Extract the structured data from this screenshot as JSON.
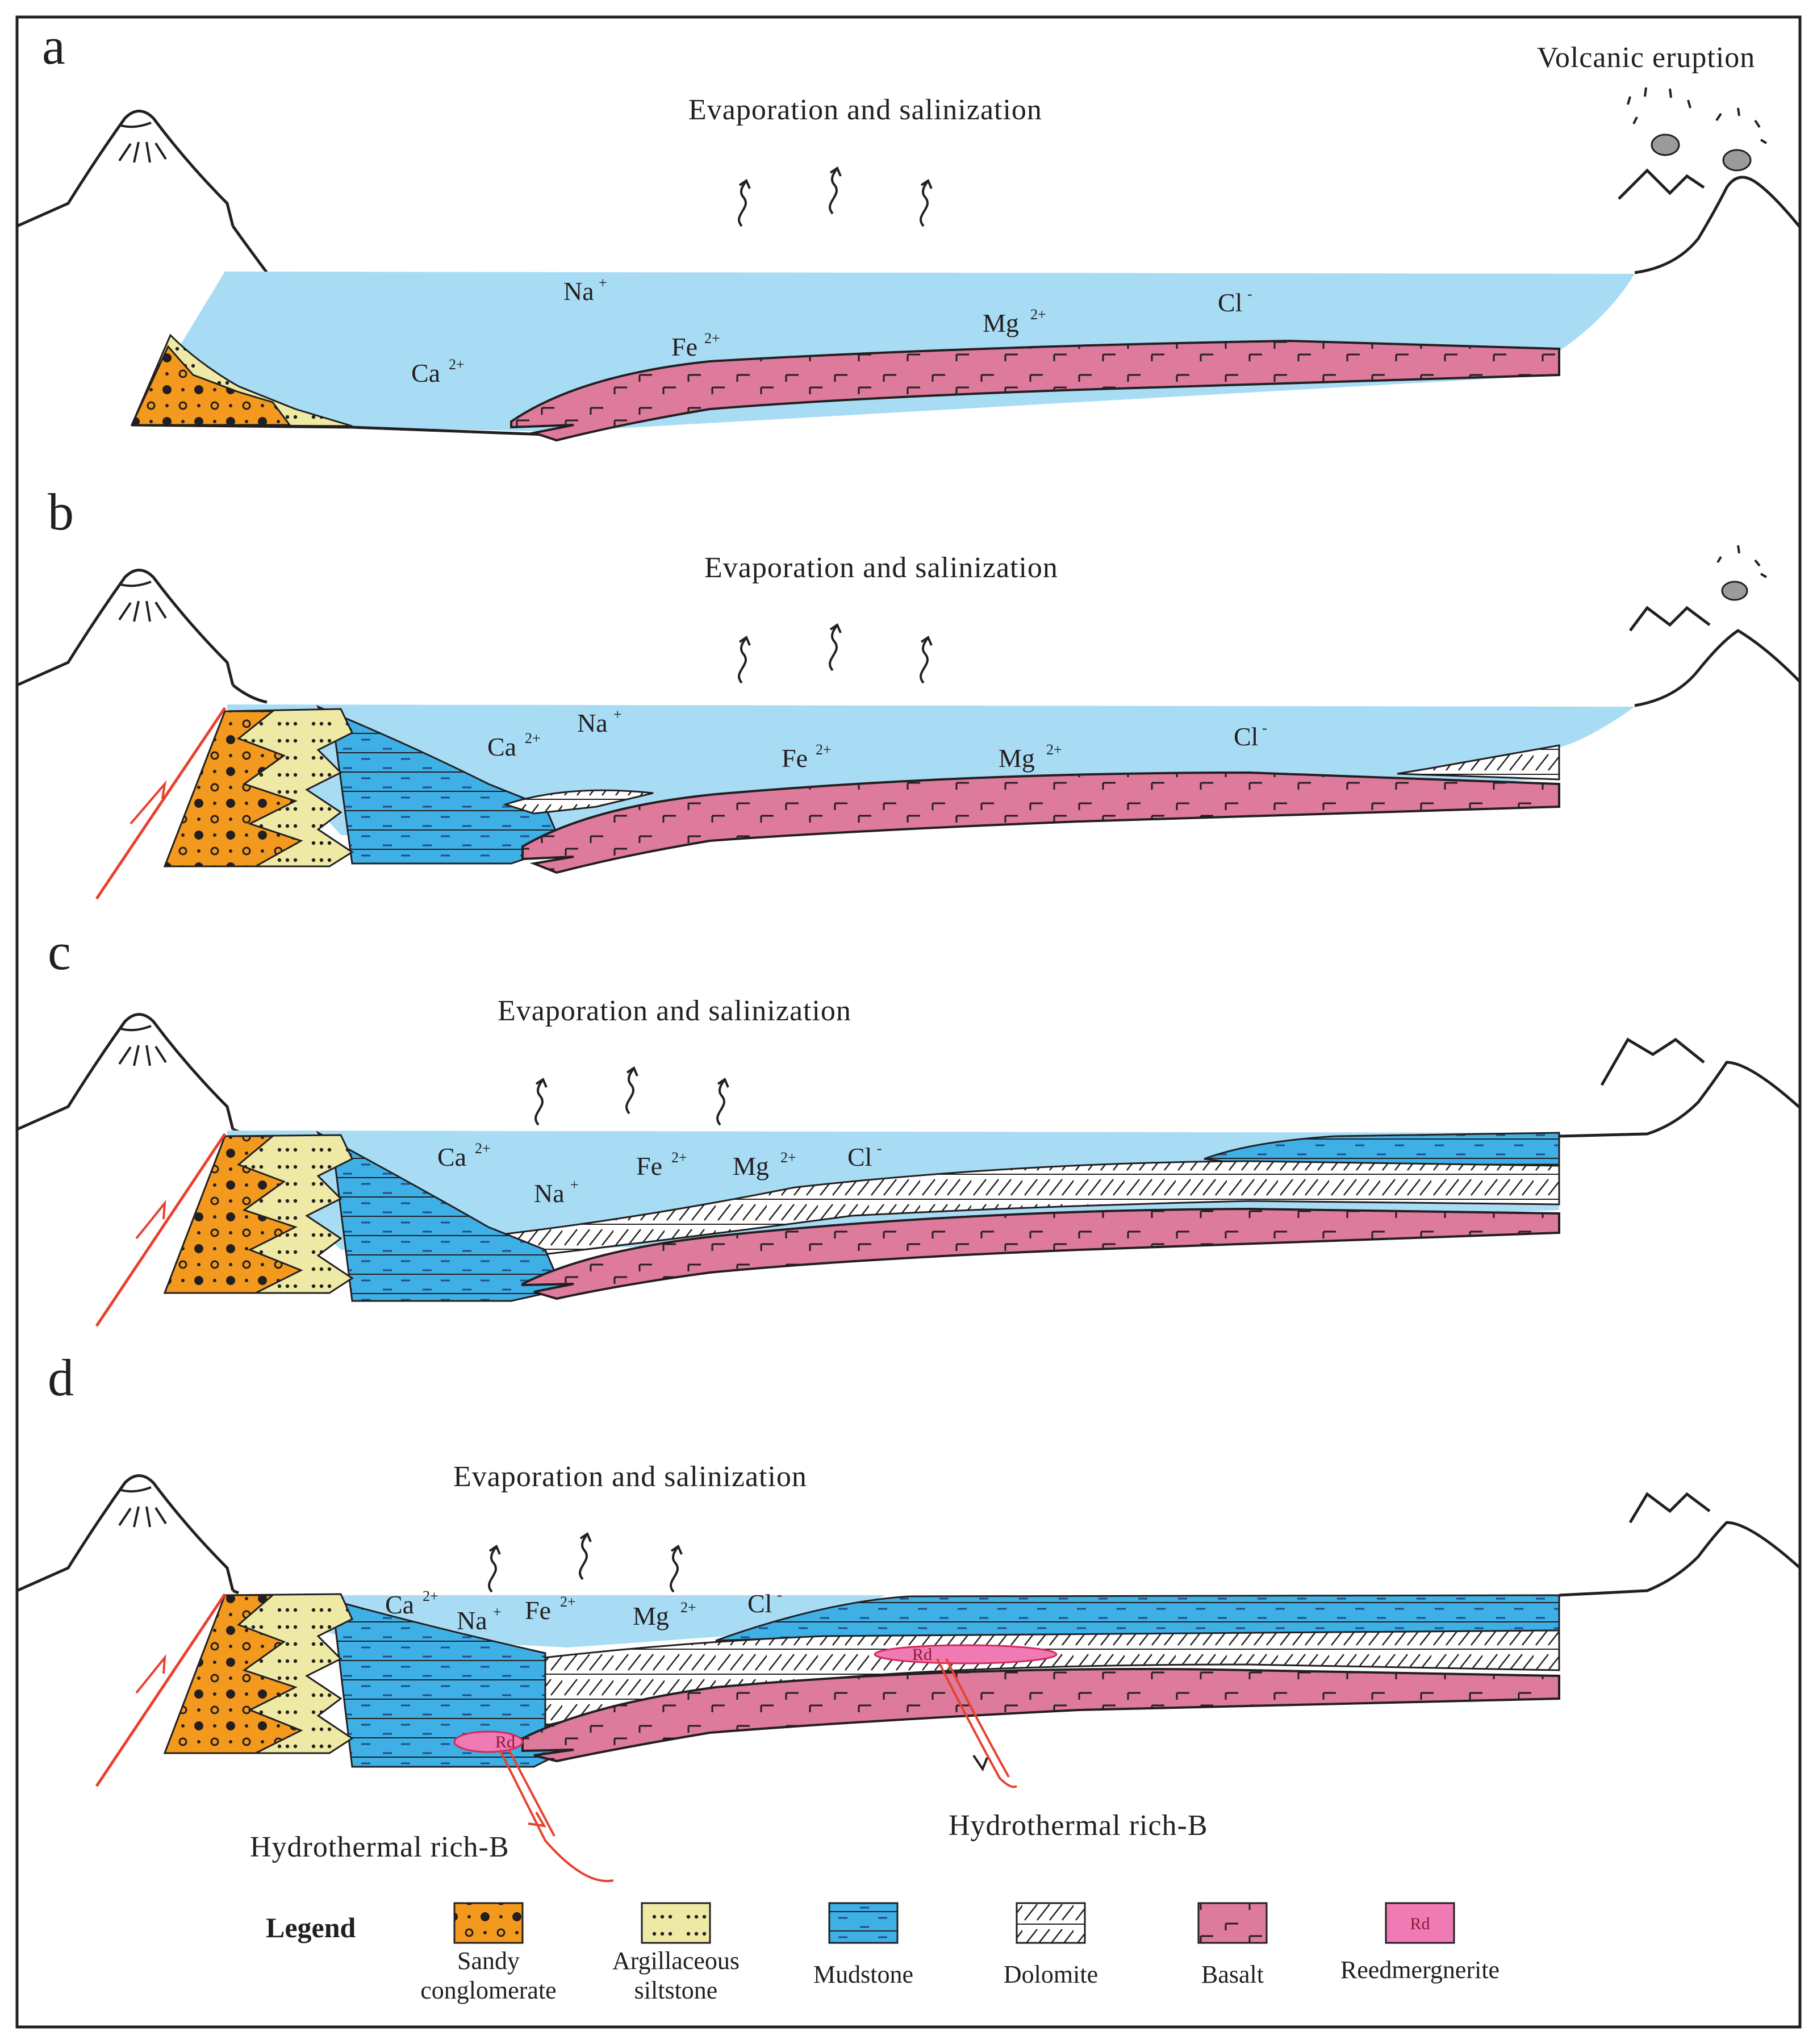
{
  "panels": [
    {
      "letter": "a",
      "caption": "Evaporation and salinization",
      "eruption_label": "Volcanic eruption",
      "ions": [
        {
          "base": "Na",
          "charge": "+"
        },
        {
          "base": "Ca",
          "charge": "2+"
        },
        {
          "base": "Fe",
          "charge": "2+"
        },
        {
          "base": "Mg",
          "charge": "2+"
        },
        {
          "base": "Cl",
          "charge": "-"
        }
      ]
    },
    {
      "letter": "b",
      "caption": "Evaporation and salinization",
      "ions": [
        {
          "base": "Ca",
          "charge": "2+"
        },
        {
          "base": "Na",
          "charge": "+"
        },
        {
          "base": "Fe",
          "charge": "2+"
        },
        {
          "base": "Mg",
          "charge": "2+"
        },
        {
          "base": "Cl",
          "charge": "-"
        }
      ]
    },
    {
      "letter": "c",
      "caption": "Evaporation and salinization",
      "ions": [
        {
          "base": "Ca",
          "charge": "2+"
        },
        {
          "base": "Na",
          "charge": "+"
        },
        {
          "base": "Fe",
          "charge": "2+"
        },
        {
          "base": "Mg",
          "charge": "2+"
        },
        {
          "base": "Cl",
          "charge": "-"
        }
      ]
    },
    {
      "letter": "d",
      "caption": "Evaporation and salinization",
      "ions": [
        {
          "base": "Ca",
          "charge": "2+"
        },
        {
          "base": "Na",
          "charge": "+"
        },
        {
          "base": "Fe",
          "charge": "2+"
        },
        {
          "base": "Mg",
          "charge": "2+"
        },
        {
          "base": "Cl",
          "charge": "-"
        }
      ],
      "rd_marks": [
        "Rd",
        "Rd"
      ],
      "hydrothermal_labels": [
        "Hydrothermal rich-B",
        "Hydrothermal rich-B"
      ]
    }
  ],
  "legend": {
    "title": "Legend",
    "items": [
      {
        "label_lines": [
          "Sandy",
          "conglomerate"
        ],
        "icon": "sandy-conglomerate-swatch",
        "color": "#f39a1e"
      },
      {
        "label_lines": [
          "Argillaceous",
          "siltstone"
        ],
        "icon": "argillaceous-siltstone-swatch",
        "color": "#eeeaa6"
      },
      {
        "label_lines": [
          "Mudstone"
        ],
        "icon": "mudstone-swatch",
        "color": "#3eb0e6"
      },
      {
        "label_lines": [
          "Dolomite"
        ],
        "icon": "dolomite-swatch",
        "color": "#ffffff"
      },
      {
        "label_lines": [
          "Basalt"
        ],
        "icon": "basalt-swatch",
        "color": "#de7a9c"
      },
      {
        "label_lines": [
          "Reedmergnerite"
        ],
        "icon": "reedmergnerite-swatch",
        "color": "#f07ab4",
        "swatch_text": "Rd"
      }
    ]
  },
  "colors": {
    "lake_water": "#a8dcf5",
    "mudstone": "#3eb0e6",
    "sandy_conglomerate": "#f39a1e",
    "argillaceous_siltstone": "#eeeaa6",
    "basalt": "#de7a9c",
    "reedmergnerite": "#f07ab4",
    "fault": "#e8412e",
    "outline": "#231f20"
  }
}
